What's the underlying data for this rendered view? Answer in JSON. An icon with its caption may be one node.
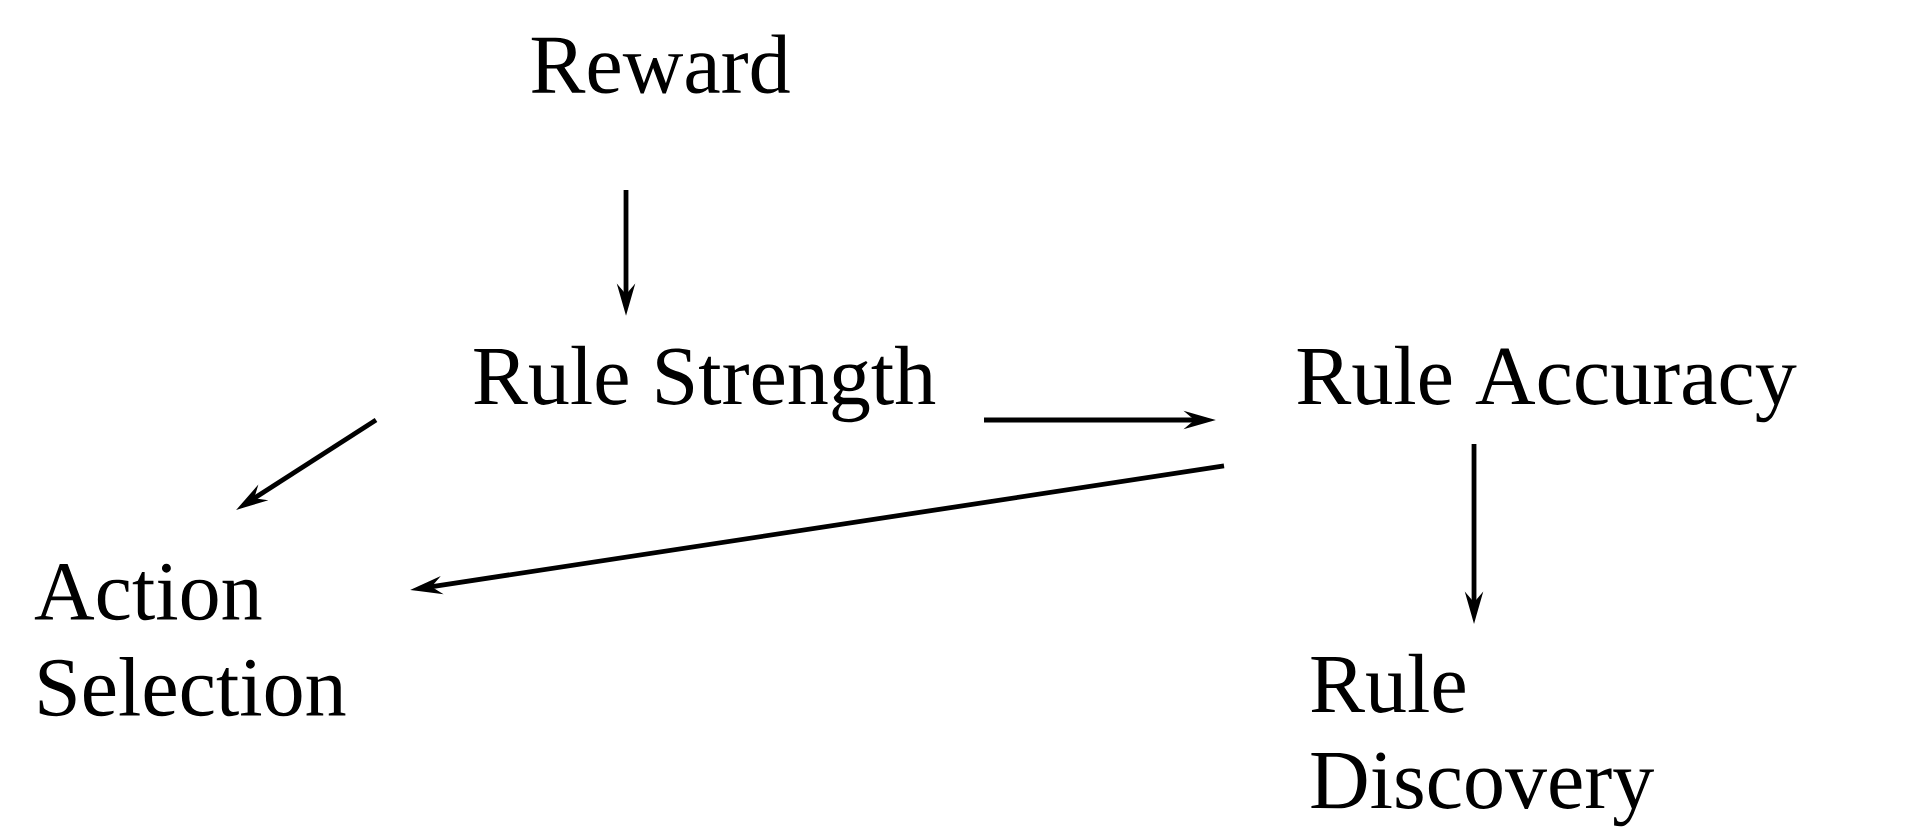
{
  "diagram": {
    "nodes": [
      {
        "text": [
          "Reward"
        ]
      },
      {
        "text": [
          "Rule Strength"
        ]
      },
      {
        "text": [
          "Rule Accuracy"
        ]
      },
      {
        "text": [
          "Action Selection"
        ]
      },
      {
        "text": [
          "Rule Discovery"
        ]
      }
    ],
    "edges": [
      {
        "from": 0,
        "to": 1,
        "arrow": "to"
      },
      {
        "from": 1,
        "to": 2,
        "arrow": "to"
      },
      {
        "from": 1,
        "to": 3,
        "arrow": "to"
      },
      {
        "from": 2,
        "to": 3,
        "arrow": "to"
      },
      {
        "from": 2,
        "to": 4,
        "arrow": "to"
      }
    ]
  }
}
